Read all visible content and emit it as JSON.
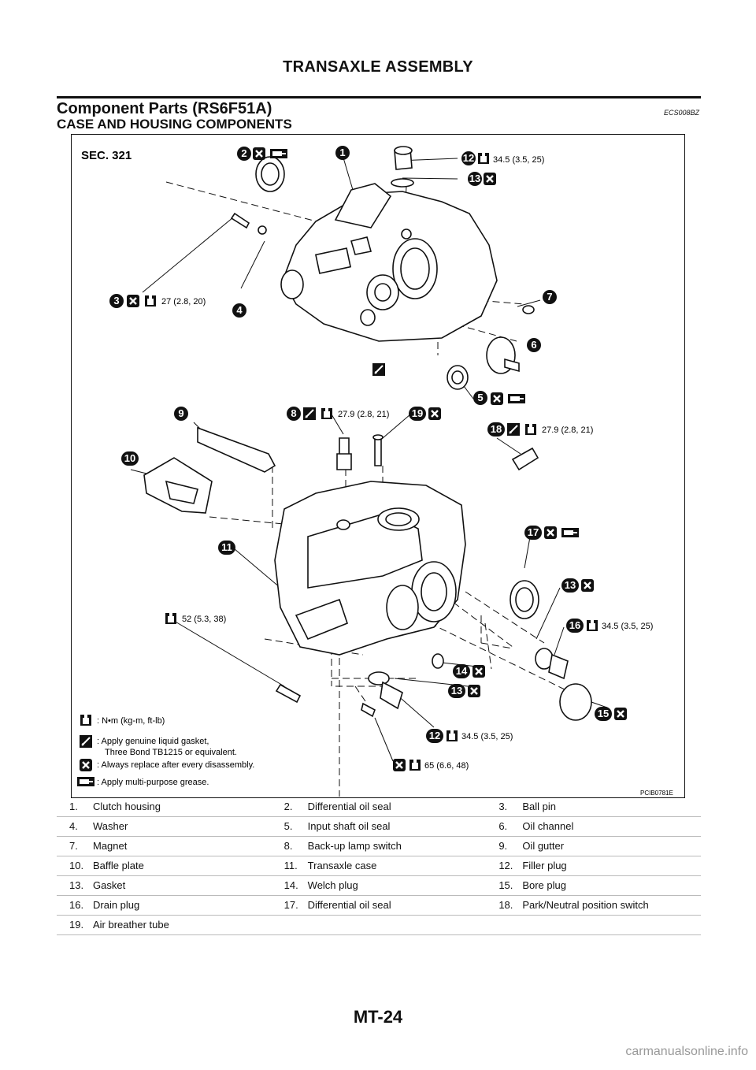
{
  "header": {
    "title": "TRANSAXLE ASSEMBLY"
  },
  "section": {
    "title": "Component Parts (RS6F51A)",
    "code": "ECS008BZ",
    "subtitle": "CASE AND HOUSING COMPONENTS"
  },
  "figure": {
    "sec_label": "SEC. 321",
    "figure_id": "PCIB0781E",
    "callouts": {
      "c1": "1",
      "c2": "2",
      "c3": "3",
      "c4": "4",
      "c5": "5",
      "c6": "6",
      "c7": "7",
      "c8": "8",
      "c9": "9",
      "c10": "10",
      "c11": "11",
      "c12a": "12",
      "c12b": "12",
      "c13a": "13",
      "c13b": "13",
      "c13c": "13",
      "c14": "14",
      "c15": "15",
      "c16": "16",
      "c17": "17",
      "c18": "18",
      "c19": "19"
    },
    "torques": {
      "t12a": "34.5 (3.5, 25)",
      "t3": "27 (2.8, 20)",
      "t8": "27.9 (2.8, 21)",
      "t18": "27.9 (2.8, 21)",
      "t52": "52 (5.3, 38)",
      "t16": "34.5 (3.5, 25)",
      "t12b": "34.5 (3.5, 25)",
      "t65": "65 (6.6, 48)"
    },
    "legend": {
      "torque": ": N•m (kg-m, ft-lb)",
      "gasket_1": ": Apply genuine liquid gasket,",
      "gasket_2": "Three Bond TB1215 or equivalent.",
      "replace": ": Always replace after every disassembly.",
      "grease": ": Apply multi-purpose grease."
    }
  },
  "parts": [
    [
      "1.",
      "Clutch housing",
      "2.",
      "Differential oil seal",
      "3.",
      "Ball pin"
    ],
    [
      "4.",
      "Washer",
      "5.",
      "Input shaft oil seal",
      "6.",
      "Oil channel"
    ],
    [
      "7.",
      "Magnet",
      "8.",
      "Back-up lamp switch",
      "9.",
      "Oil gutter"
    ],
    [
      "10.",
      "Baffle plate",
      "11.",
      "Transaxle case",
      "12.",
      "Filler plug"
    ],
    [
      "13.",
      "Gasket",
      "14.",
      "Welch plug",
      "15.",
      "Bore plug"
    ],
    [
      "16.",
      "Drain plug",
      "17.",
      "Differential oil seal",
      "18.",
      "Park/Neutral position switch"
    ],
    [
      "19.",
      "Air breather tube",
      "",
      "",
      "",
      ""
    ]
  ],
  "footer": {
    "page_number": "MT-24",
    "watermark": "carmanualsonline.info"
  }
}
